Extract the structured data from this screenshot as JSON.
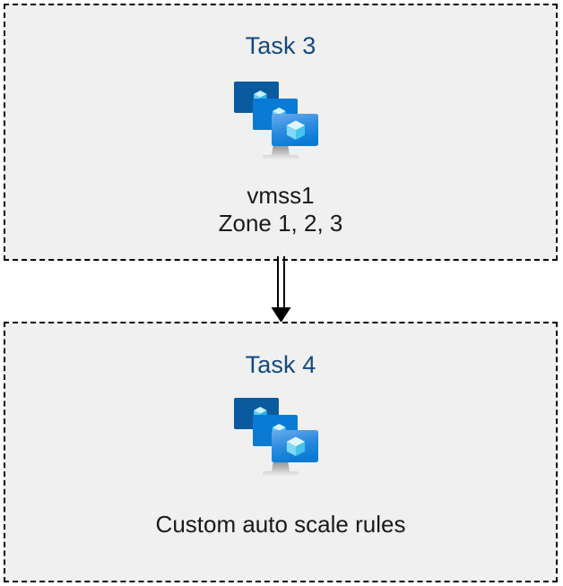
{
  "diagram": {
    "type": "flow",
    "background_color": "#ffffff",
    "direction": "top-to-bottom",
    "nodes": [
      {
        "id": "task3",
        "title": "Task 3",
        "title_color": "#114A7E",
        "caption_lines": [
          "vmss1",
          "Zone 1, 2, 3"
        ],
        "caption_color": "#1a1a1a",
        "icon": "vmss-icon",
        "icon_label": "virtual machine scale set",
        "fill_color": "#f0f0f0",
        "border_color": "#000000",
        "border_style": "dashed"
      },
      {
        "id": "task4",
        "title": "Task 4",
        "title_color": "#114A7E",
        "caption_lines": [
          "Custom auto scale rules"
        ],
        "caption_color": "#1a1a1a",
        "icon": "vmss-icon",
        "icon_label": "virtual machine scale set",
        "fill_color": "#f0f0f0",
        "border_color": "#000000",
        "border_style": "dashed"
      }
    ],
    "edges": [
      {
        "id": "task3-to-task4",
        "from": "task3",
        "to": "task4",
        "style": "double-line",
        "arrowhead": "filled-triangle",
        "color": "#000000",
        "label": ""
      }
    ],
    "icon_palette": {
      "screen_back": "#0A5AA0",
      "screen_middle": "#0A7BD4",
      "screen_front_top": "#5EA3E8",
      "screen_front_bottom": "#0A7BD4",
      "cube_light": "#C3ECFA",
      "cube_mid": "#7FD8F5",
      "cube_dark": "#39BDEE",
      "stand_top": "#9A9A9A",
      "stand_bottom": "#E0E0E0"
    }
  }
}
